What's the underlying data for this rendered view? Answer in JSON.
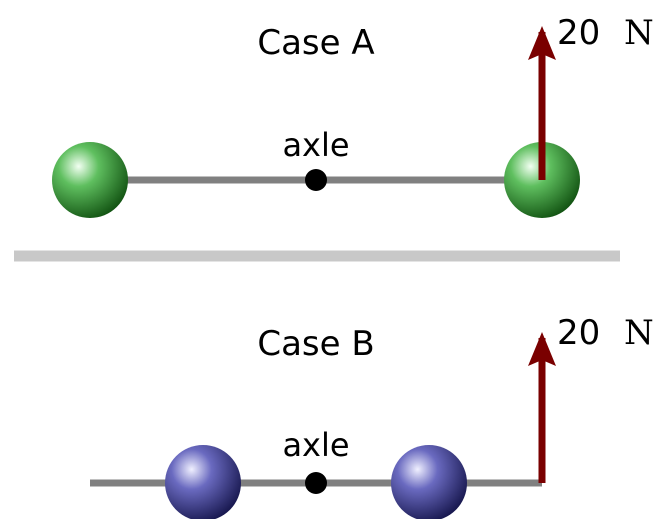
{
  "case_a": {
    "title": "Case A",
    "axle_label": "axle",
    "force_value": "20",
    "force_unit": "N",
    "ball_color": "#2f8f2f"
  },
  "case_b": {
    "title": "Case B",
    "axle_label": "axle",
    "force_value": "20",
    "force_unit": "N",
    "ball_color": "#3a3a90"
  },
  "colors": {
    "rod": "#808080",
    "separator": "#c8c8c8",
    "arrow": "#7a0000",
    "axle": "#000000"
  }
}
